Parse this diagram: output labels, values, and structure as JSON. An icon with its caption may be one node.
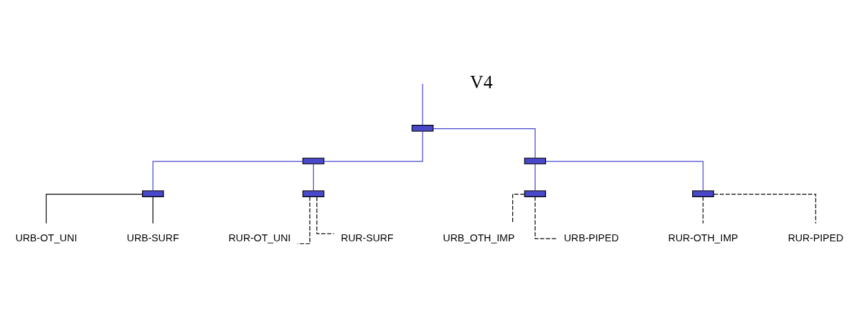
{
  "diagram": {
    "nodes": [
      {
        "text": [],
        "shape": "bar"
      },
      {
        "text": [],
        "shape": "bar"
      },
      {
        "text": [],
        "shape": "bar"
      },
      {
        "text": [],
        "shape": "bar"
      },
      {
        "text": [],
        "shape": "bar"
      },
      {
        "text": [],
        "shape": "bar"
      },
      {
        "text": [],
        "shape": "bar"
      },
      {
        "text": [
          "URB-OT_UNI"
        ]
      },
      {
        "text": [
          "URB-SURF"
        ]
      },
      {
        "text": [
          "RUR-OT_UNI"
        ]
      },
      {
        "text": [
          "RUR-SURF"
        ]
      },
      {
        "text": [
          "URB_OTH_IMP"
        ]
      },
      {
        "text": [
          "URB-PIPED"
        ]
      },
      {
        "text": [
          "RUR-OTH_IMP"
        ]
      },
      {
        "text": [
          "RUR-PIPED"
        ]
      }
    ],
    "edges": [
      {
        "from": null,
        "to": 0,
        "arrow": "none",
        "color": "#4040d0"
      },
      {
        "from": 0,
        "to": 4,
        "arrow": "none",
        "color": "#4040d0"
      },
      {
        "from": 0,
        "to": 1,
        "arrow": "none",
        "color": "#4040d0"
      },
      {
        "from": 1,
        "to": 2,
        "arrow": "none",
        "color": "#4040d0"
      },
      {
        "from": 1,
        "to": 3,
        "arrow": "none",
        "color": "#4040d0"
      },
      {
        "from": 4,
        "to": 6,
        "arrow": "none",
        "color": "#4040d0"
      },
      {
        "from": 4,
        "to": 5,
        "arrow": "none",
        "color": "#4040d0"
      },
      {
        "from": 6,
        "to": 7,
        "arrow": "none",
        "color": "#000000"
      },
      {
        "from": 6,
        "to": 8,
        "arrow": "none",
        "color": "#000000"
      },
      {
        "from": 5,
        "to": 9,
        "arrow": "none",
        "style": "dashed",
        "color": "#000000"
      },
      {
        "from": 5,
        "to": 10,
        "arrow": "none",
        "style": "dashed",
        "color": "#000000"
      },
      {
        "from": 2,
        "to": 11,
        "arrow": "none",
        "style": "dashed",
        "color": "#000000"
      },
      {
        "from": 2,
        "to": 12,
        "arrow": "none",
        "style": "dashed",
        "color": "#000000"
      },
      {
        "from": 3,
        "to": 13,
        "arrow": "none",
        "style": "dashed",
        "color": "#000000"
      },
      {
        "from": 3,
        "to": 14,
        "arrow": "none",
        "style": "dashed",
        "color": "#000000"
      }
    ],
    "labels": [
      "V4"
    ]
  }
}
